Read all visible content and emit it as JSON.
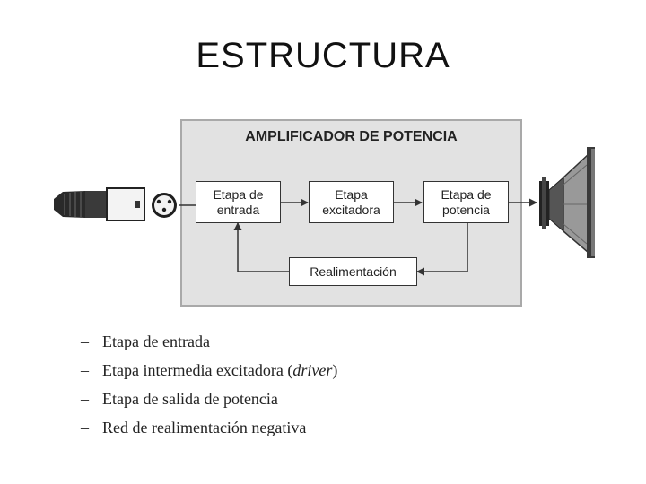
{
  "title": "ESTRUCTURA",
  "diagram": {
    "panel_title": "AMPLIFICADOR DE POTENCIA",
    "blocks": {
      "input_line1": "Etapa de",
      "input_line2": "entrada",
      "driver_line1": "Etapa",
      "driver_line2": "excitadora",
      "output_line1": "Etapa de",
      "output_line2": "potencia",
      "feedback": "Realimentación"
    }
  },
  "bullets": {
    "dash": "–",
    "item1": "Etapa de entrada",
    "item2_pre": "Etapa intermedia excitadora (",
    "item2_italic": "driver",
    "item2_post": ")",
    "item3": "Etapa de salida de potencia",
    "item4": "Red de realimentación negativa"
  },
  "colors": {
    "panel_fill": "#e2e2e2",
    "panel_border": "#a9a9a9",
    "block_border": "#333333",
    "text": "#222222"
  }
}
